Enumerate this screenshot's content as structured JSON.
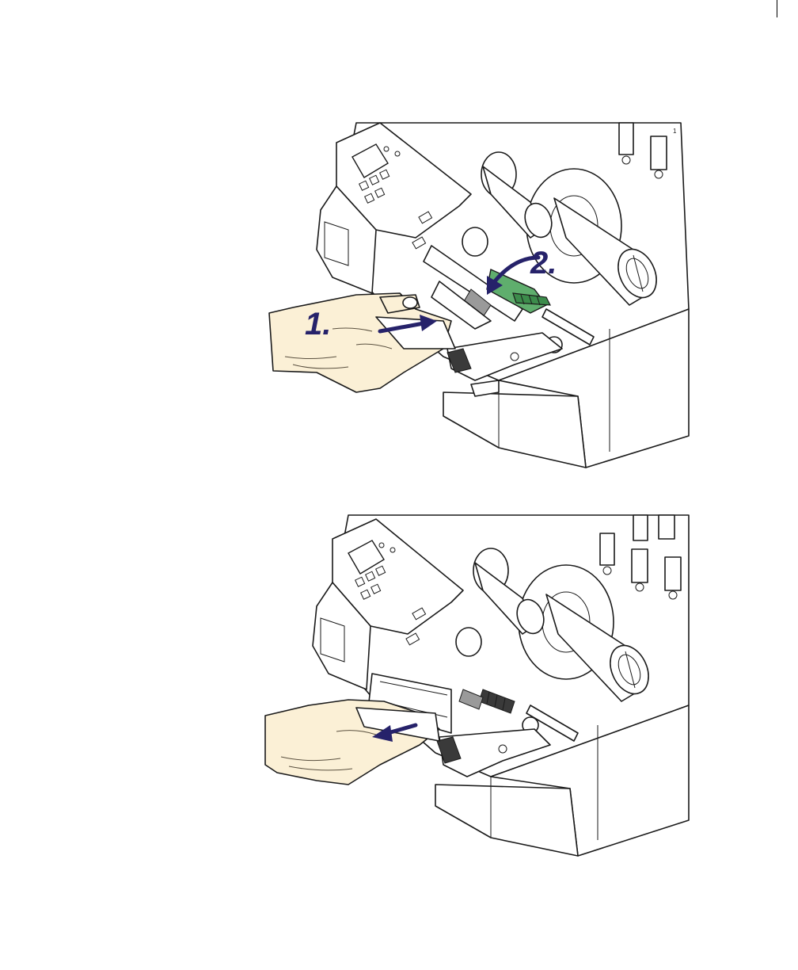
{
  "figures": {
    "top": {
      "step1_label": "1.",
      "step2_label": "2."
    },
    "bottom": {}
  },
  "colors": {
    "arrow": "#26226a",
    "print_head_lever": "#5fae6d",
    "hand": "#fbf0d6"
  },
  "icons": {
    "top_figure": "printer-loading-media-illustration",
    "bottom_figure": "printer-removing-media-illustration"
  }
}
